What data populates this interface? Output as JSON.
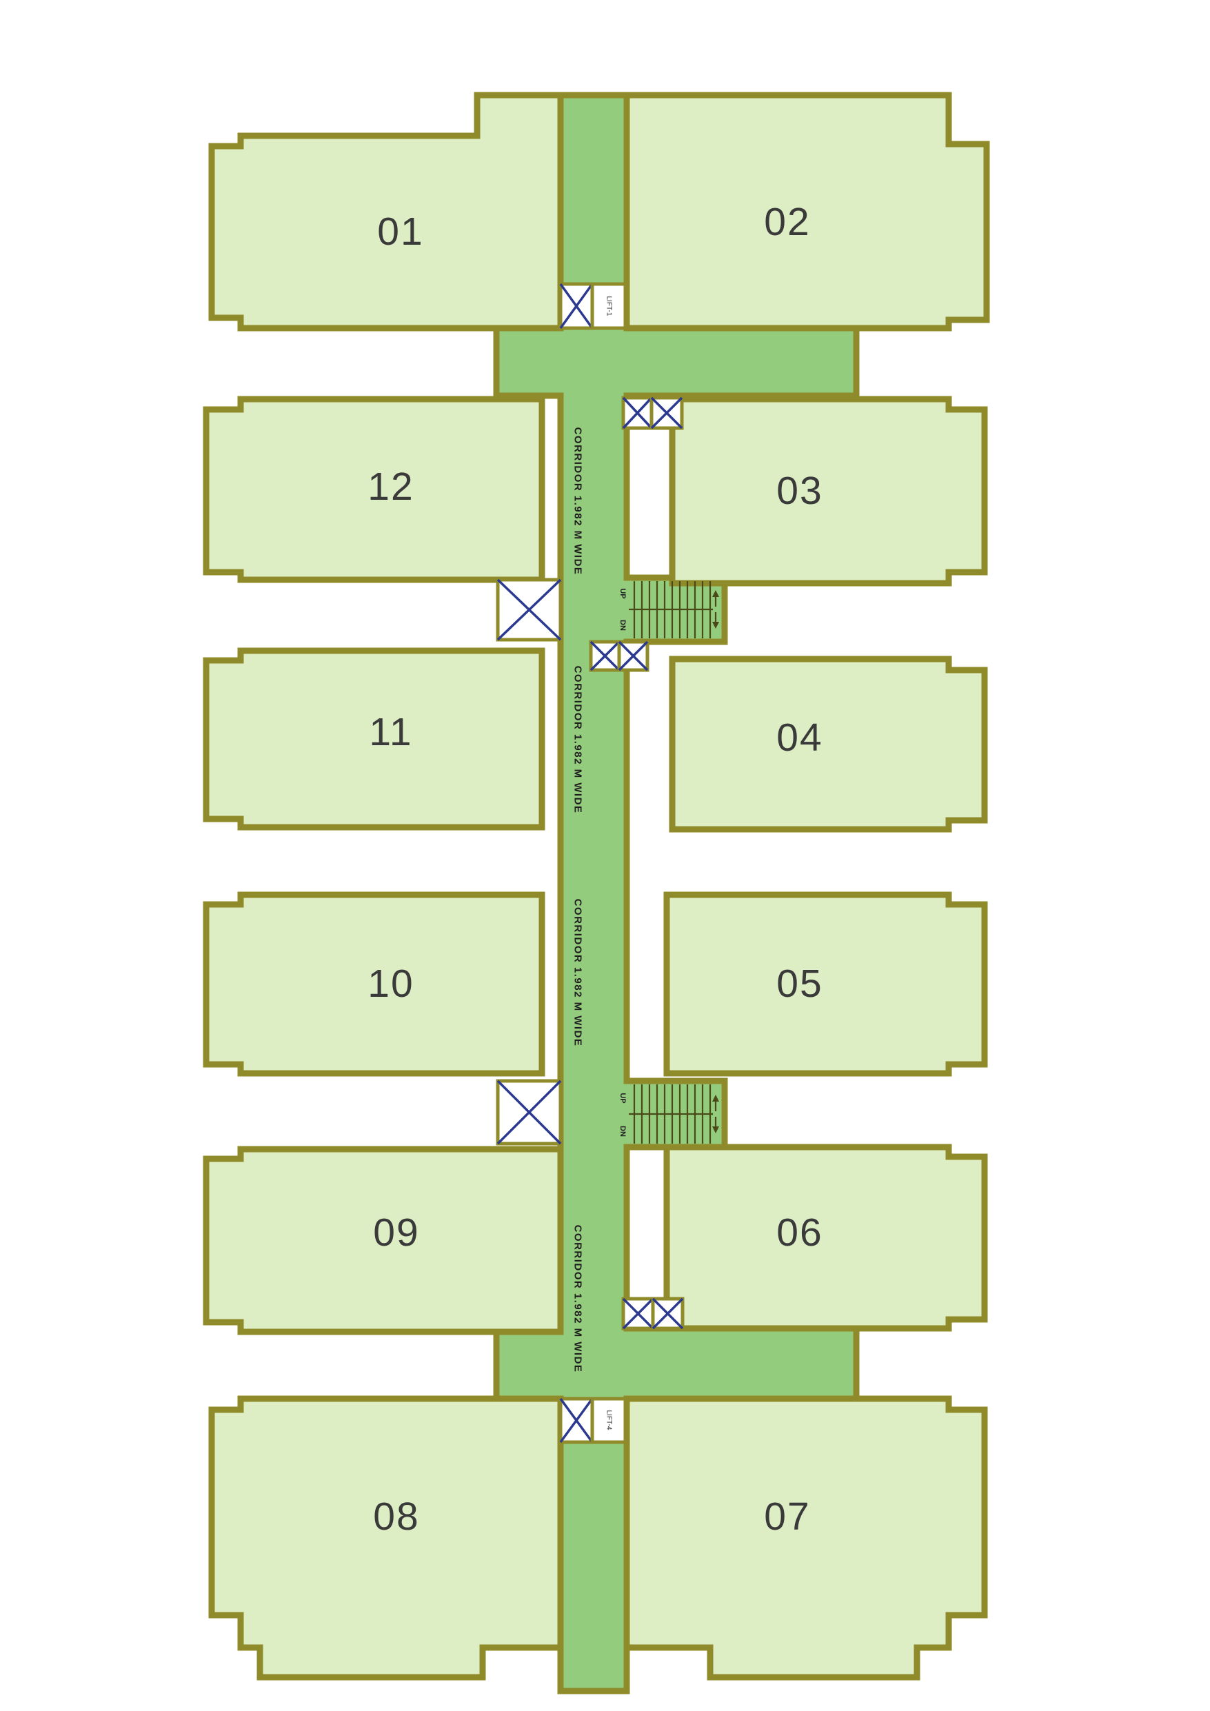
{
  "plan": {
    "units": [
      {
        "id": "01"
      },
      {
        "id": "02"
      },
      {
        "id": "03"
      },
      {
        "id": "04"
      },
      {
        "id": "05"
      },
      {
        "id": "06"
      },
      {
        "id": "07"
      },
      {
        "id": "08"
      },
      {
        "id": "09"
      },
      {
        "id": "10"
      },
      {
        "id": "11"
      },
      {
        "id": "12"
      }
    ],
    "corridor_label": "CORRIDOR 1.982 M WIDE",
    "lifts": {
      "top": "LIFT-1",
      "bottom": "LIFT-4"
    },
    "stairs": {
      "up": "UP",
      "down": "DN"
    },
    "colors": {
      "unit_fill": "#ddeec5",
      "corridor_fill": "#94cc7d",
      "wall": "#8f8b2a",
      "lift_cross": "#2b3990",
      "label_text": "#3a3a3a"
    }
  }
}
